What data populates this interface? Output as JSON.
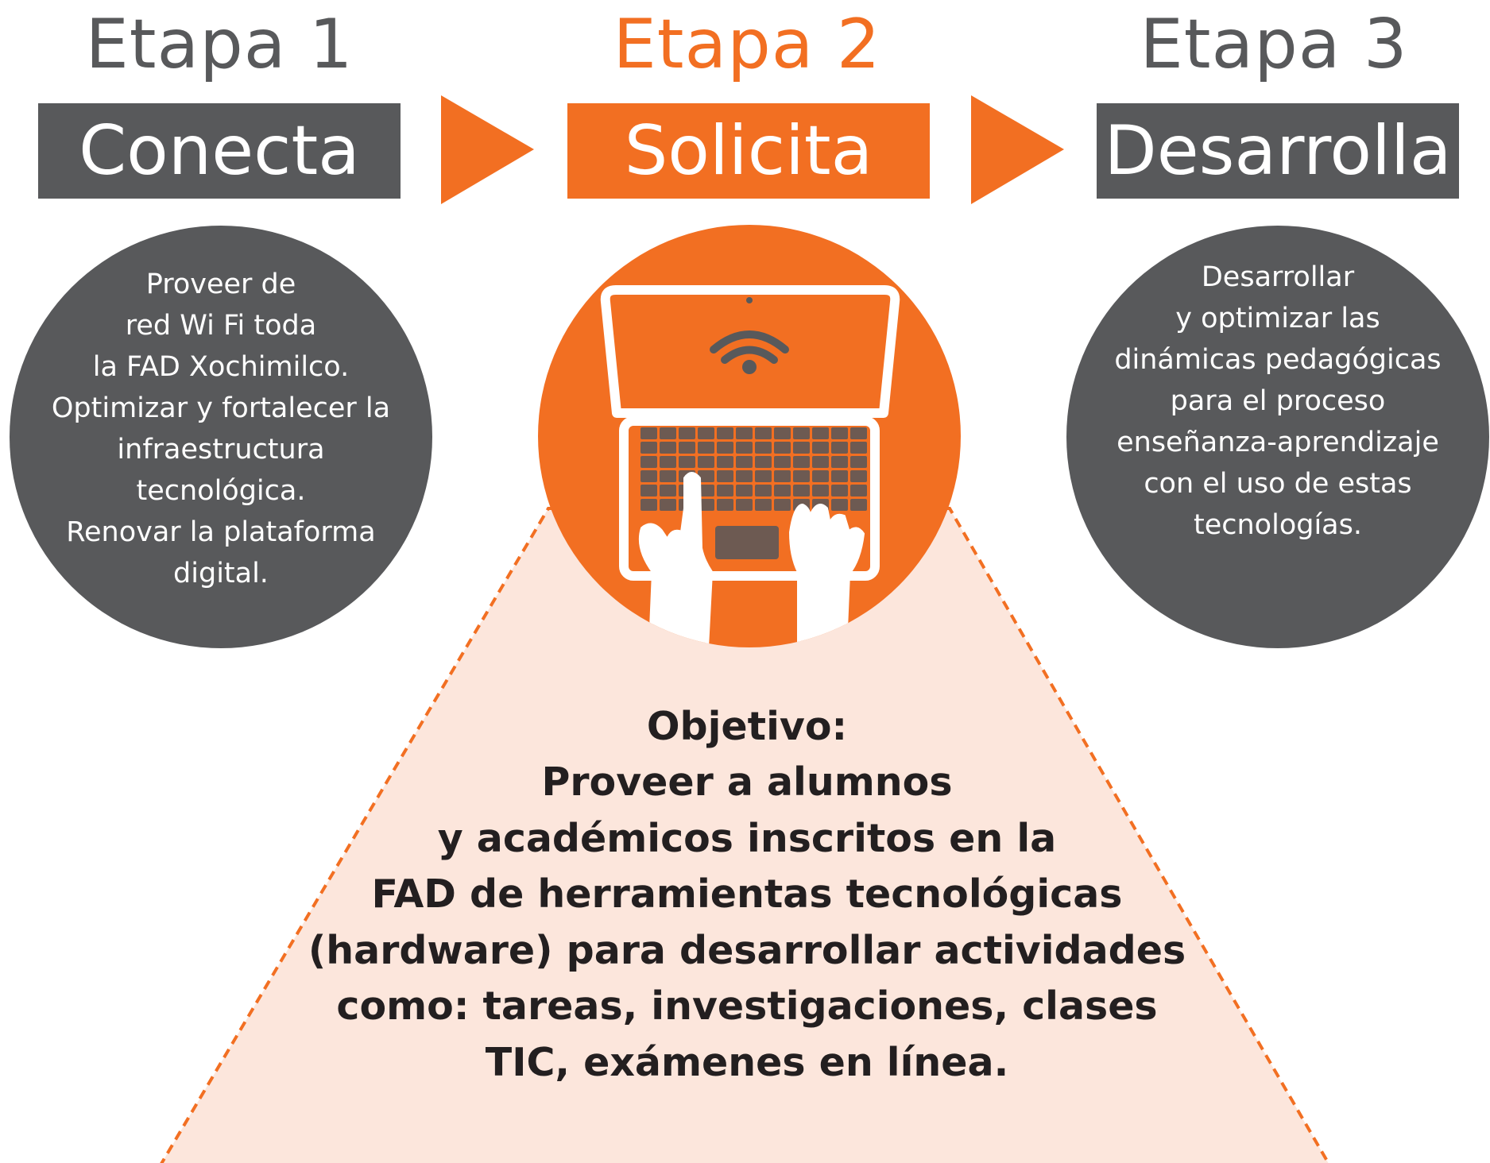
{
  "colors": {
    "accent": "#f26f22",
    "dark": "#58595b",
    "pale": "#fce6dc",
    "title_grey": "#58595b",
    "text_dark": "#231f20"
  },
  "stages": [
    {
      "label": "Etapa 1",
      "title": "Conecta",
      "description": "Proveer de\nred Wi Fi toda\nla FAD Xochimilco.\nOptimizar y fortalecer la\ninfraestructura\ntecnológica.\nRenovar la plataforma\ndigital."
    },
    {
      "label": "Etapa 2",
      "title": "Solicita",
      "icon": "laptop-wifi-hands-icon"
    },
    {
      "label": "Etapa 3",
      "title": "Desarrolla",
      "description": "Desarrollar\ny optimizar las\ndinámicas pedagógicas\npara el proceso\nenseñanza-aprendizaje\ncon el uso de estas\ntecnologías."
    }
  ],
  "objective": {
    "heading": "Objetivo:",
    "text": "Proveer a alumnos\ny académicos inscritos en la\nFAD de herramientas tecnológicas\n(hardware) para desarrollar actividades\ncomo: tareas, investigaciones, clases\nTIC, exámenes en línea."
  }
}
